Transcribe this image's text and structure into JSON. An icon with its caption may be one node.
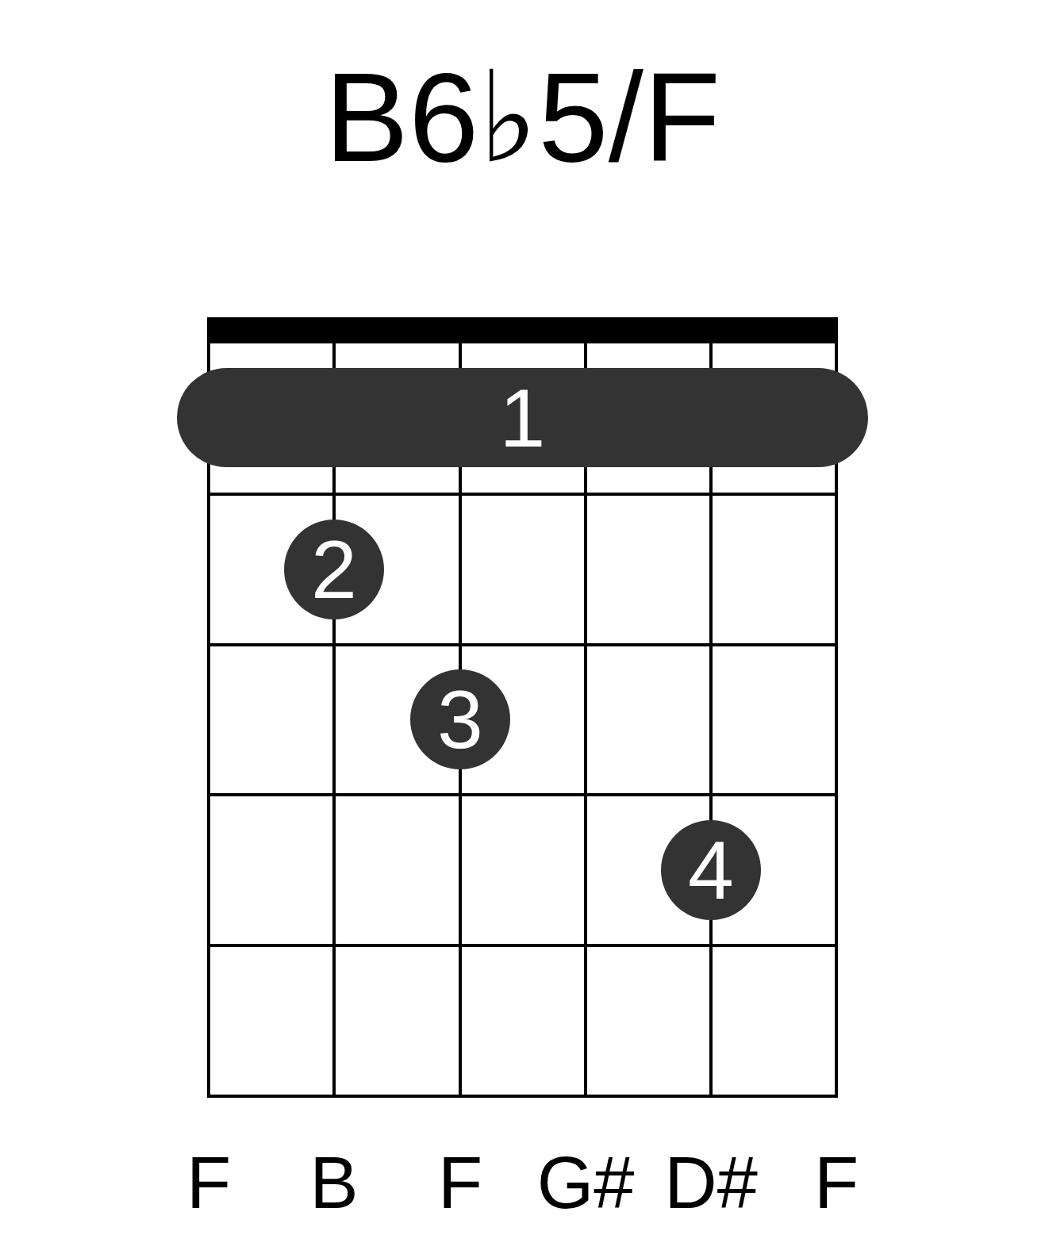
{
  "diagram": {
    "title": "B6♭5/F",
    "nodes": [
      {
        "text": [
          "1"
        ]
      },
      {
        "text": [
          "2"
        ]
      },
      {
        "text": [
          "3"
        ]
      },
      {
        "text": [
          "4"
        ]
      }
    ],
    "edges": [],
    "labels": [
      "F",
      "B",
      "F",
      "G#",
      "D#",
      "F"
    ]
  }
}
